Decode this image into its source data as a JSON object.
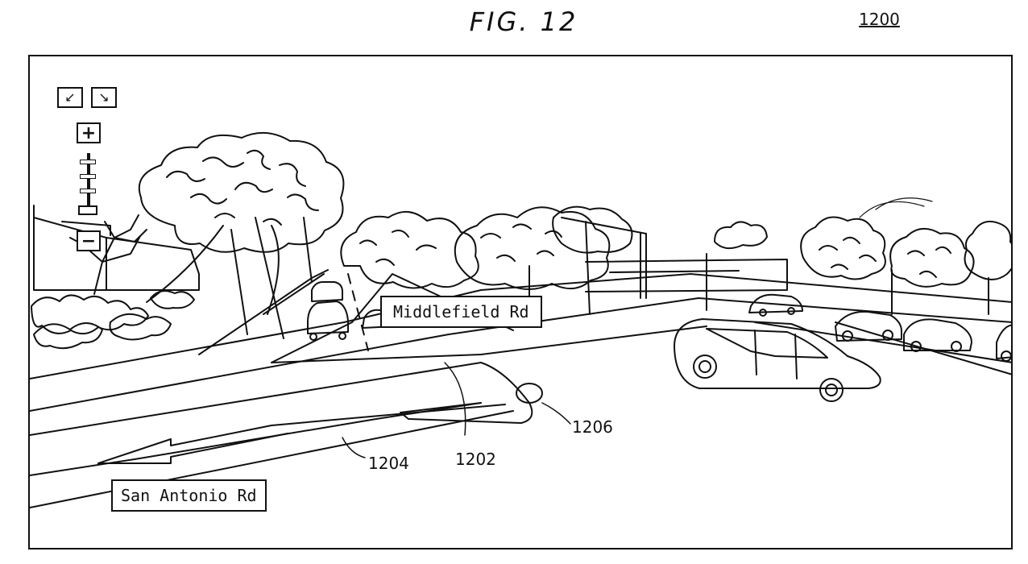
{
  "figure": {
    "title": "FIG. 12",
    "number": "1200"
  },
  "controls": {
    "pan_left_icon": "arrow-down-left-icon",
    "pan_right_icon": "arrow-down-right-icon",
    "zoom_in_symbol": "+",
    "zoom_out_symbol": "−"
  },
  "street_labels": {
    "primary": "San Antonio Rd",
    "cross": "Middlefield Rd"
  },
  "reference_numerals": {
    "road_overlay": "1204",
    "navigation_arrow": "1202",
    "marker": "1206"
  }
}
